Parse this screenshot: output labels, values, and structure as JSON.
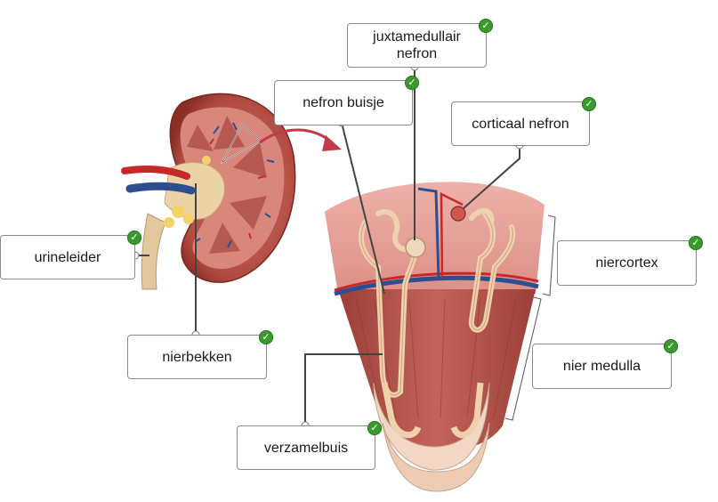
{
  "labels": {
    "juxtamedullair": {
      "line1": "juxtamedullair",
      "line2": "nefron"
    },
    "nefron_buisje": "nefron buisje",
    "corticaal_nefron": "corticaal nefron",
    "urineleider": "urineleider",
    "niercortex": "niercortex",
    "nierbekken": "nierbekken",
    "nier_medulla": "nier medulla",
    "verzamelbuis": "verzamelbuis"
  },
  "status": {
    "check_icon": "check-circle-icon",
    "check_symbol": "✓",
    "check_color": "#3a9a2e"
  },
  "colors": {
    "cortex": "#e6a39c",
    "medulla": "#b8564d",
    "artery": "#c8282a",
    "vein": "#2d4f8f",
    "tubule": "#efd2ad",
    "kidney_outer": "#a33a30"
  }
}
